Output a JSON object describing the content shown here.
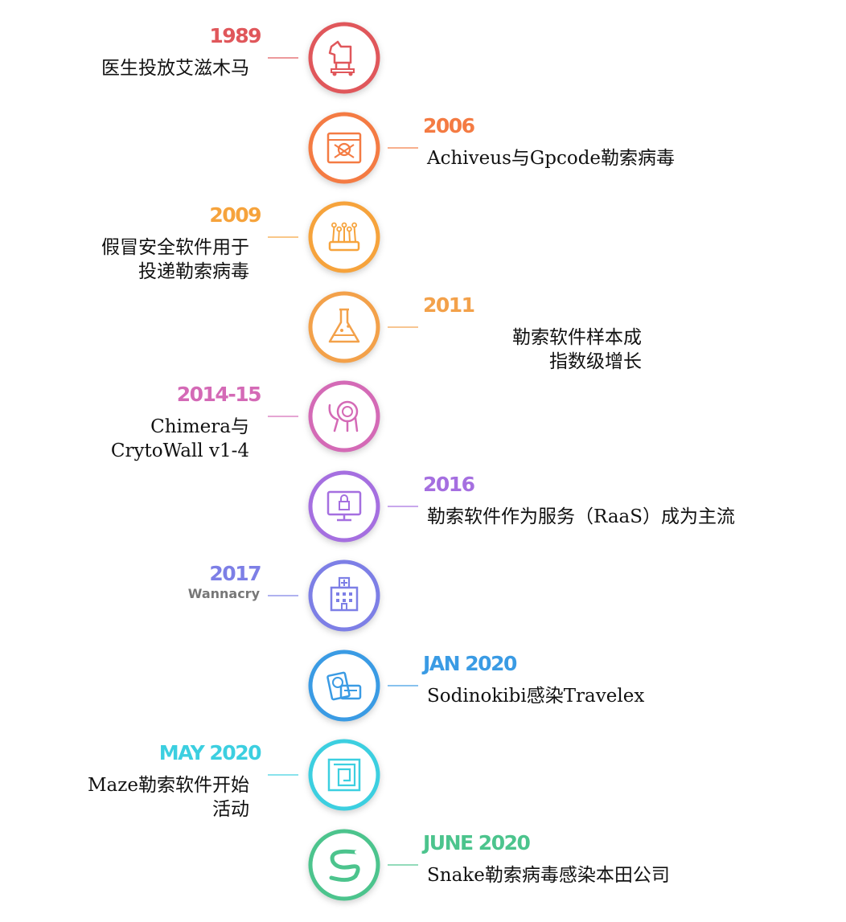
{
  "events": [
    {
      "year": "1989",
      "desc_lines": [
        "医生投放艾滋木马"
      ],
      "color": "#e0575b",
      "icon": "trojan-horse-icon"
    },
    {
      "year": "2006",
      "desc_lines": [
        "Achiveus与Gpcode勒索病毒"
      ],
      "color": "#f47b43",
      "icon": "skull-window-icon"
    },
    {
      "year": "2009",
      "desc_lines": [
        "假冒安全软件用于",
        "投递勒索病毒"
      ],
      "color": "#f6a33c",
      "icon": "circuit-chip-icon"
    },
    {
      "year": "2011",
      "desc_lines": [
        "勒索软件样本成",
        "指数级增长"
      ],
      "color": "#f3a14a",
      "icon": "flask-icon"
    },
    {
      "year": "2014-15",
      "desc_lines": [
        "Chimera与",
        "CrytoWall v1-4"
      ],
      "color": "#d46ab6",
      "icon": "chimera-beast-icon"
    },
    {
      "year": "2016",
      "desc_lines": [
        "勒索软件作为服务（RaaS）成为主流"
      ],
      "color": "#a56fe0",
      "icon": "locked-monitor-icon"
    },
    {
      "year": "2017",
      "subtitle": "Wannacry",
      "desc_lines": [],
      "color": "#7d7fe6",
      "icon": "hospital-icon"
    },
    {
      "year": "JAN 2020",
      "desc_lines": [
        "Sodinokibi感染Travelex"
      ],
      "color": "#3a9be4",
      "icon": "travel-documents-icon"
    },
    {
      "year": "MAY 2020",
      "desc_lines": [
        "Maze勒索软件开始",
        "活动"
      ],
      "color": "#3ccfe0",
      "icon": "maze-icon"
    },
    {
      "year": "JUNE 2020",
      "desc_lines": [
        "Snake勒索病毒感染本田公司"
      ],
      "color": "#4cc48d",
      "icon": "snake-icon"
    }
  ]
}
